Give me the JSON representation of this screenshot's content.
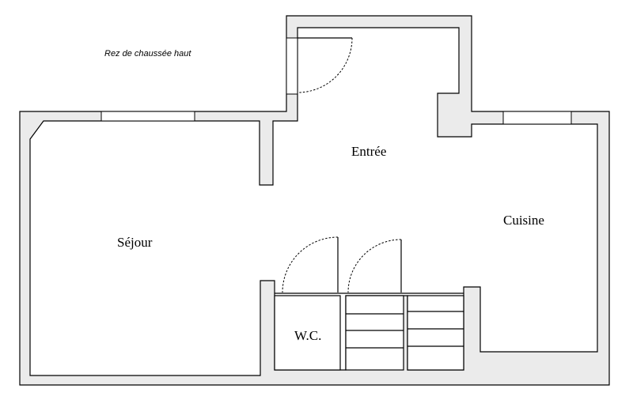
{
  "level": "Rez de chaussée haut",
  "rooms": {
    "entree": "Entrée",
    "sejour": "Séjour",
    "cuisine": "Cuisine",
    "wc": "W.C."
  },
  "colors": {
    "wall_fill": "#ebebeb",
    "lines": "#000000",
    "background": "#ffffff"
  }
}
